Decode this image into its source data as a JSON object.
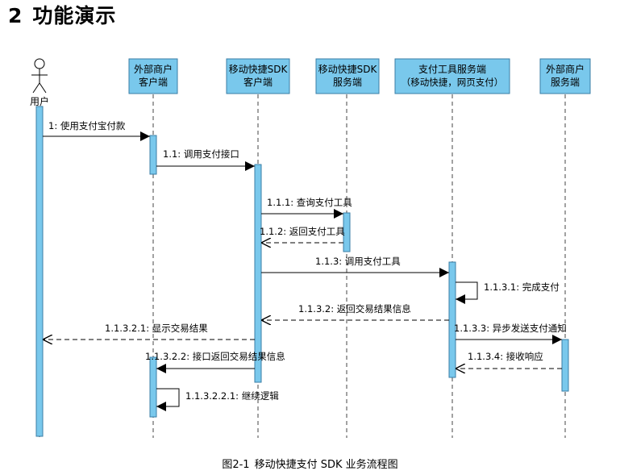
{
  "section": {
    "number": "2",
    "title": "功能演示"
  },
  "caption": {
    "number": "图2-1",
    "text": "移动快捷支付 SDK 业务流程图"
  },
  "colors": {
    "box_fill": "#79c8ec",
    "box_stroke": "#3a7ea6",
    "line": "#000000",
    "lifeline": "#444444"
  },
  "actor": {
    "label": "用户"
  },
  "participants": [
    {
      "id": "merchant_client",
      "line1": "外部商户",
      "line2": "客户端"
    },
    {
      "id": "sdk_client",
      "line1": "移动快捷SDK",
      "line2": "客户端"
    },
    {
      "id": "sdk_server",
      "line1": "移动快捷SDK",
      "line2": "服务端"
    },
    {
      "id": "pay_server",
      "line1": "支付工具服务端",
      "line2": "（移动快捷，网页支付）"
    },
    {
      "id": "merchant_server",
      "line1": "外部商户",
      "line2": "服务端"
    }
  ],
  "messages": [
    {
      "label": "1: 使用支付宝付款",
      "from": "user",
      "to": "merchant_client",
      "kind": "sync"
    },
    {
      "label": "1.1: 调用支付接口",
      "from": "merchant_client",
      "to": "sdk_client",
      "kind": "sync"
    },
    {
      "label": "1.1.1: 查询支付工具",
      "from": "sdk_client",
      "to": "sdk_server",
      "kind": "sync"
    },
    {
      "label": "1.1.2: 返回支付工具",
      "from": "sdk_server",
      "to": "sdk_client",
      "kind": "return"
    },
    {
      "label": "1.1.3: 调用支付工具",
      "from": "sdk_client",
      "to": "pay_server",
      "kind": "sync"
    },
    {
      "label": "1.1.3.1: 完成支付",
      "from": "pay_server",
      "to": "pay_server",
      "kind": "self"
    },
    {
      "label": "1.1.3.2: 返回交易结果信息",
      "from": "pay_server",
      "to": "sdk_client",
      "kind": "return"
    },
    {
      "label": "1.1.3.2.1: 显示交易结果",
      "from": "sdk_client",
      "to": "user",
      "kind": "return"
    },
    {
      "label": "1.1.3.3: 异步发送支付通知",
      "from": "pay_server",
      "to": "merchant_server",
      "kind": "sync"
    },
    {
      "label": "1.1.3.2.2: 接口返回交易结果信息",
      "from": "sdk_client",
      "to": "merchant_client",
      "kind": "sync"
    },
    {
      "label": "1.1.3.4: 接收响应",
      "from": "merchant_server",
      "to": "pay_server",
      "kind": "return"
    },
    {
      "label": "1.1.3.2.2.1: 继续逻辑",
      "from": "merchant_client",
      "to": "merchant_client",
      "kind": "self"
    }
  ]
}
